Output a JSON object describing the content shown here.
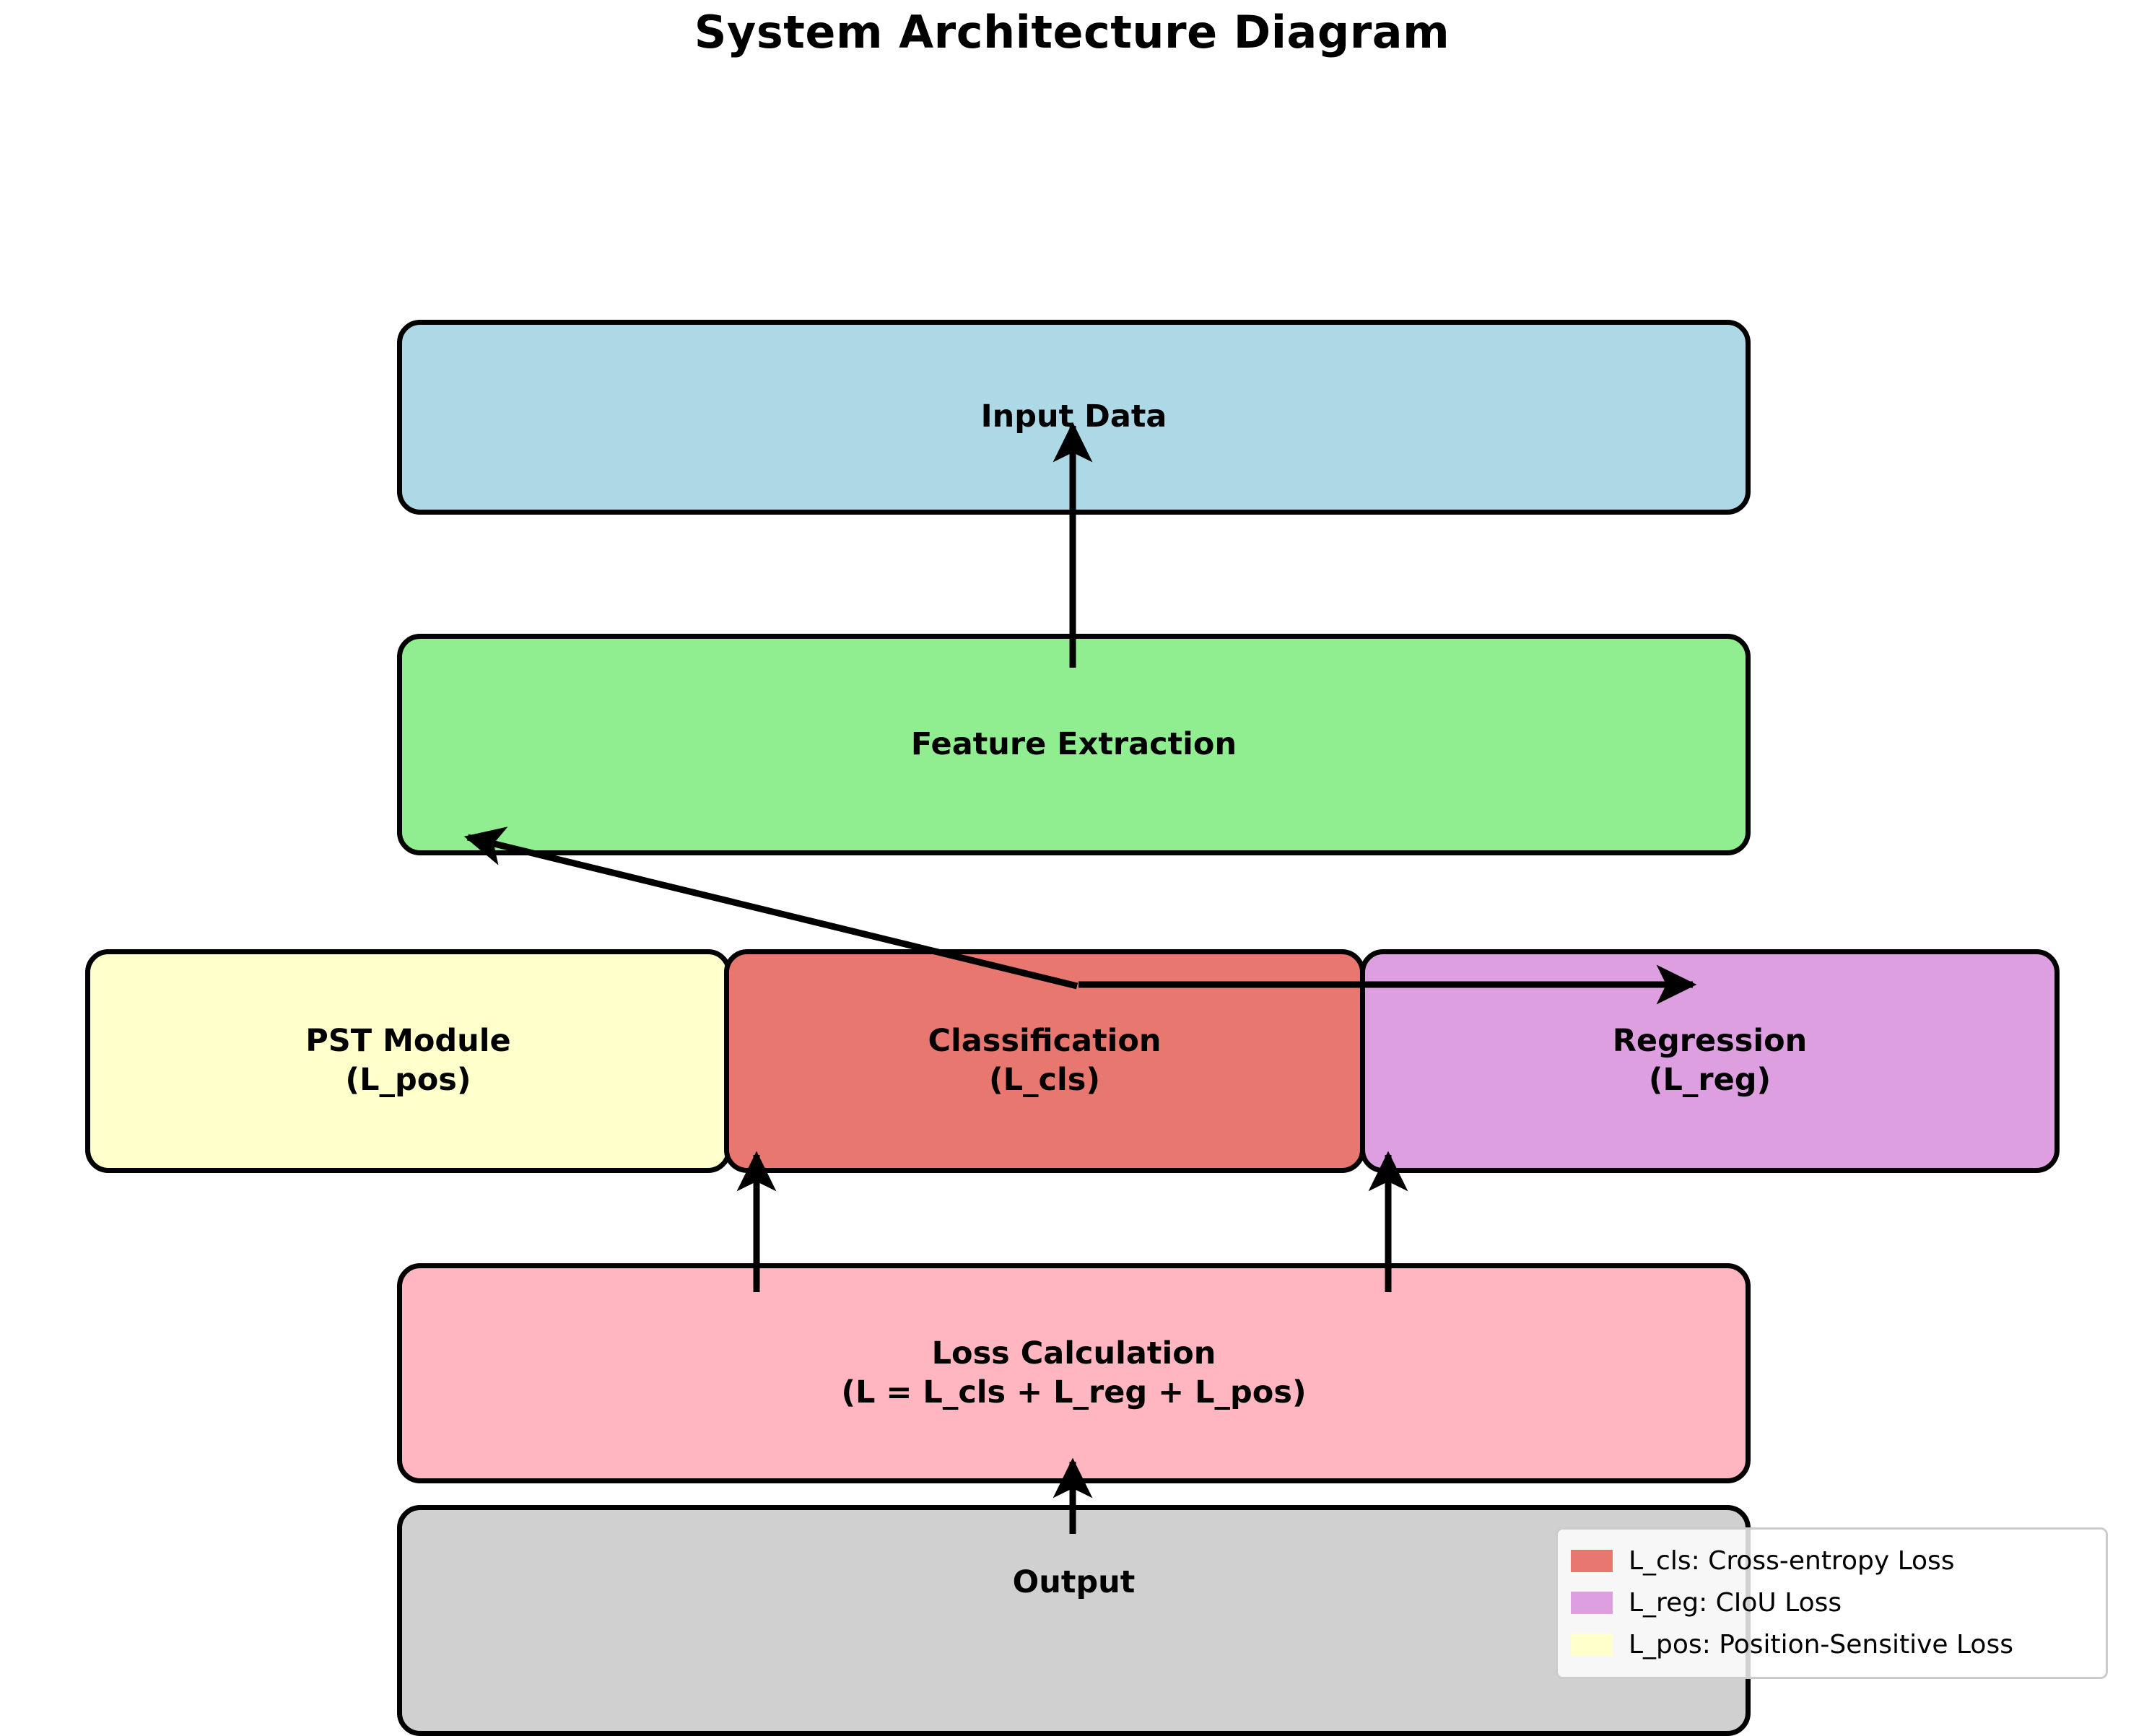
{
  "title": "System Architecture Diagram",
  "diagram": {
    "nodes": [
      {
        "id": "input",
        "label": "Input Data",
        "color": "#ADD8E6"
      },
      {
        "id": "feature",
        "label": "Feature Extraction",
        "color": "#90EE90"
      },
      {
        "id": "pst",
        "label": "PST Module\n(L_pos)",
        "color": "#FFFFCC"
      },
      {
        "id": "cls",
        "label": "Classification\n(L_cls)",
        "color": "#E8786F"
      },
      {
        "id": "reg",
        "label": "Regression\n(L_reg)",
        "color": "#DD9FE0"
      },
      {
        "id": "loss",
        "label": "Loss Calculation\n(L = L_cls + L_reg + L_pos)",
        "color": "#FFB6C1"
      },
      {
        "id": "output",
        "label": "Output",
        "color": "#D0D0D0"
      }
    ],
    "edges": [
      {
        "from": "feature",
        "to": "input",
        "type": "vertical-up"
      },
      {
        "from": "cls",
        "to": "feature",
        "type": "diagonal-up-left"
      },
      {
        "from": "cls",
        "to": "reg",
        "type": "horizontal-right"
      },
      {
        "from": "loss",
        "to": "cls",
        "type": "vertical-up"
      },
      {
        "from": "loss",
        "to": "reg",
        "type": "vertical-up"
      },
      {
        "from": "output",
        "to": "loss",
        "type": "vertical-up"
      }
    ]
  },
  "legend": {
    "items": [
      {
        "swatch": "#E8786F",
        "label": "L_cls: Cross-entropy Loss"
      },
      {
        "swatch": "#DD9FE0",
        "label": "L_reg: CIoU Loss"
      },
      {
        "swatch": "#FFFFCC",
        "label": "L_pos: Position-Sensitive Loss"
      }
    ]
  }
}
